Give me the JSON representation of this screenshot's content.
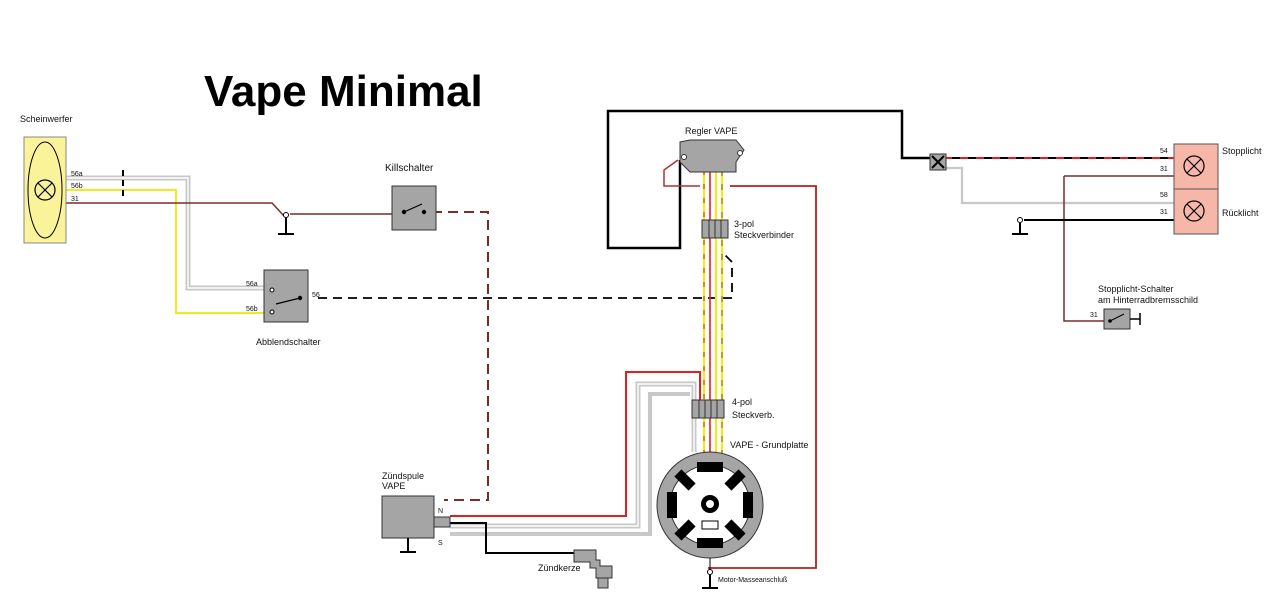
{
  "title": "Vape Minimal",
  "components": {
    "headlight": {
      "label": "Scheinwerfer",
      "pins": [
        "56a",
        "56b",
        "31"
      ]
    },
    "killswitch": {
      "label": "Killschalter"
    },
    "dimmer": {
      "label": "Abblendschalter",
      "pins": [
        "56a",
        "56b",
        "56"
      ]
    },
    "regulator": {
      "label": "Regler VAPE"
    },
    "connector3": {
      "label_line1": "3-pol",
      "label_line2": "Steckverbinder"
    },
    "connector4": {
      "label_line1": "4-pol",
      "label_line2": "Steckverb."
    },
    "baseplate": {
      "label": "VAPE - Grundplatte"
    },
    "ground": {
      "label": "Motor-Masseanschluß"
    },
    "coil": {
      "label_line1": "Zündspule",
      "label_line2": "VAPE",
      "pins": [
        "N",
        "S"
      ]
    },
    "sparkplug": {
      "label": "Zündkerze"
    },
    "taillight": {
      "pins": [
        "54",
        "31",
        "58",
        "31"
      ],
      "stop_label": "Stopplicht",
      "rear_label": "Rücklicht"
    },
    "brakeswitch": {
      "label_line1": "Stopplicht-Schalter",
      "label_line2": "am Hinterradbremsschild",
      "pin": "31"
    }
  },
  "colors": {
    "brown": "#7b2c2c",
    "red": "#e02020",
    "yellow": "#f0ea20",
    "grey": "#c8c8c8",
    "black": "#000000",
    "headlight_fill": "#fbf39a",
    "taillight_fill": "#f7b7a8",
    "component_grey": "#a5a5a5"
  }
}
